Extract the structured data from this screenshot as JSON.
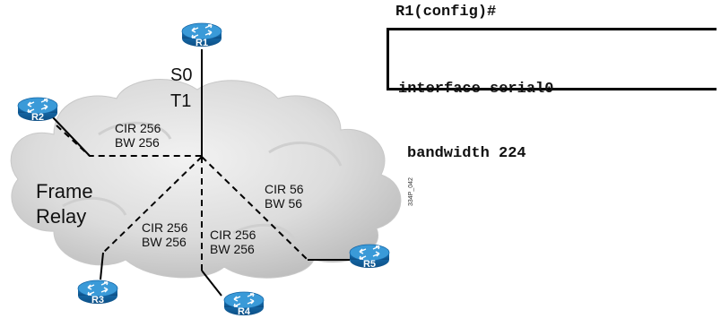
{
  "config": {
    "prompt": "R1(config)#",
    "lines": [
      "interface serial0",
      "bandwidth 224"
    ]
  },
  "routers": [
    {
      "id": "r1",
      "label": "R1"
    },
    {
      "id": "r2",
      "label": "R2"
    },
    {
      "id": "r3",
      "label": "R3"
    },
    {
      "id": "r4",
      "label": "R4"
    },
    {
      "id": "r5",
      "label": "R5"
    }
  ],
  "cloud": {
    "label_line1": "Frame",
    "label_line2": "Relay",
    "fill": "#d8d8d8"
  },
  "interface_labels": {
    "port": "S0",
    "link": "T1"
  },
  "circuits": {
    "r2": {
      "cir": "CIR 256",
      "bw": "BW 256"
    },
    "r3": {
      "cir": "CIR 256",
      "bw": "BW 256"
    },
    "r4": {
      "cir": "CIR 256",
      "bw": "BW 256"
    },
    "r5": {
      "cir": "CIR 56",
      "bw": "BW 56"
    }
  },
  "figure_id": "334P_042",
  "colors": {
    "router_fill": "#1b7fc4",
    "router_top": "#4aa8e0",
    "link": "#000000"
  }
}
